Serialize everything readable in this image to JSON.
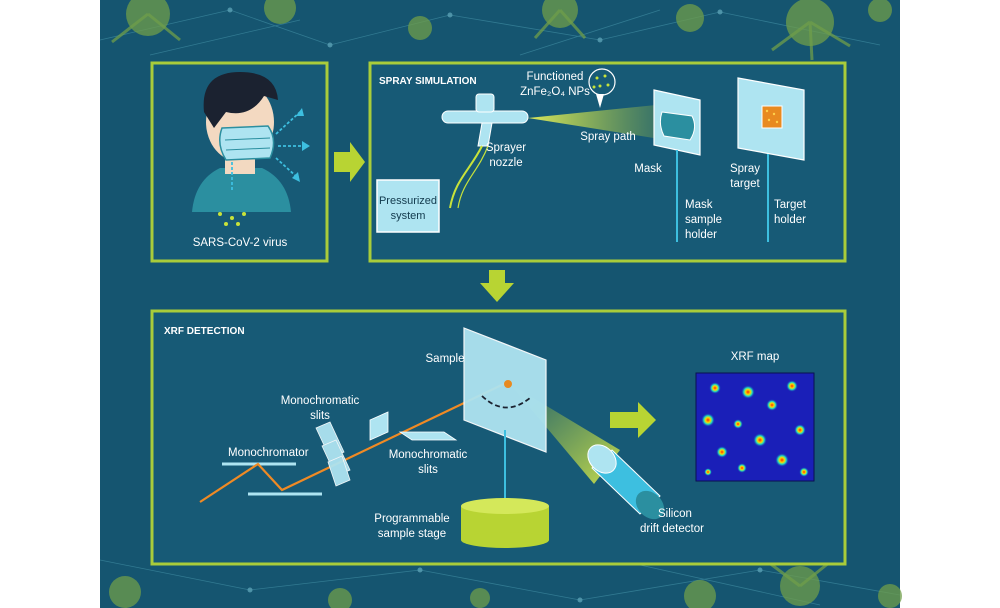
{
  "colors": {
    "background": "#155570",
    "panel": "#175a76",
    "accent_green": "#b8d433",
    "panel_border": "#a9cc3a",
    "light_cyan": "#aee4f1",
    "beam_orange": "#f08a24",
    "text": "#ffffff",
    "xrf_map_bg": "#1a1fb8"
  },
  "virus_panel": {
    "label": "SARS-CoV-2 virus"
  },
  "spray_panel": {
    "title": "SPRAY SIMULATION",
    "np_label_line1": "Functioned",
    "np_label_line2": "ZnFe₂O₄ NPs",
    "spray_path": "Spray path",
    "sprayer_line1": "Sprayer",
    "sprayer_line2": "nozzle",
    "pressurized_line1": "Pressurized",
    "pressurized_line2": "system",
    "mask": "Mask",
    "mask_holder_line1": "Mask",
    "mask_holder_line2": "sample",
    "mask_holder_line3": "holder",
    "spray_target_line1": "Spray",
    "spray_target_line2": "target",
    "target_holder_line1": "Target",
    "target_holder_line2": "holder"
  },
  "xrf_panel": {
    "title": "XRF DETECTION",
    "sample": "Sample",
    "mono_slits_top_line1": "Monochromatic",
    "mono_slits_top_line2": "slits",
    "monochromator": "Monochromator",
    "mono_slits_bottom_line1": "Monochromatic",
    "mono_slits_bottom_line2": "slits",
    "stage_line1": "Programmable",
    "stage_line2": "sample stage",
    "detector_line1": "Silicon",
    "detector_line2": "drift detector",
    "xrf_map": "XRF map"
  }
}
